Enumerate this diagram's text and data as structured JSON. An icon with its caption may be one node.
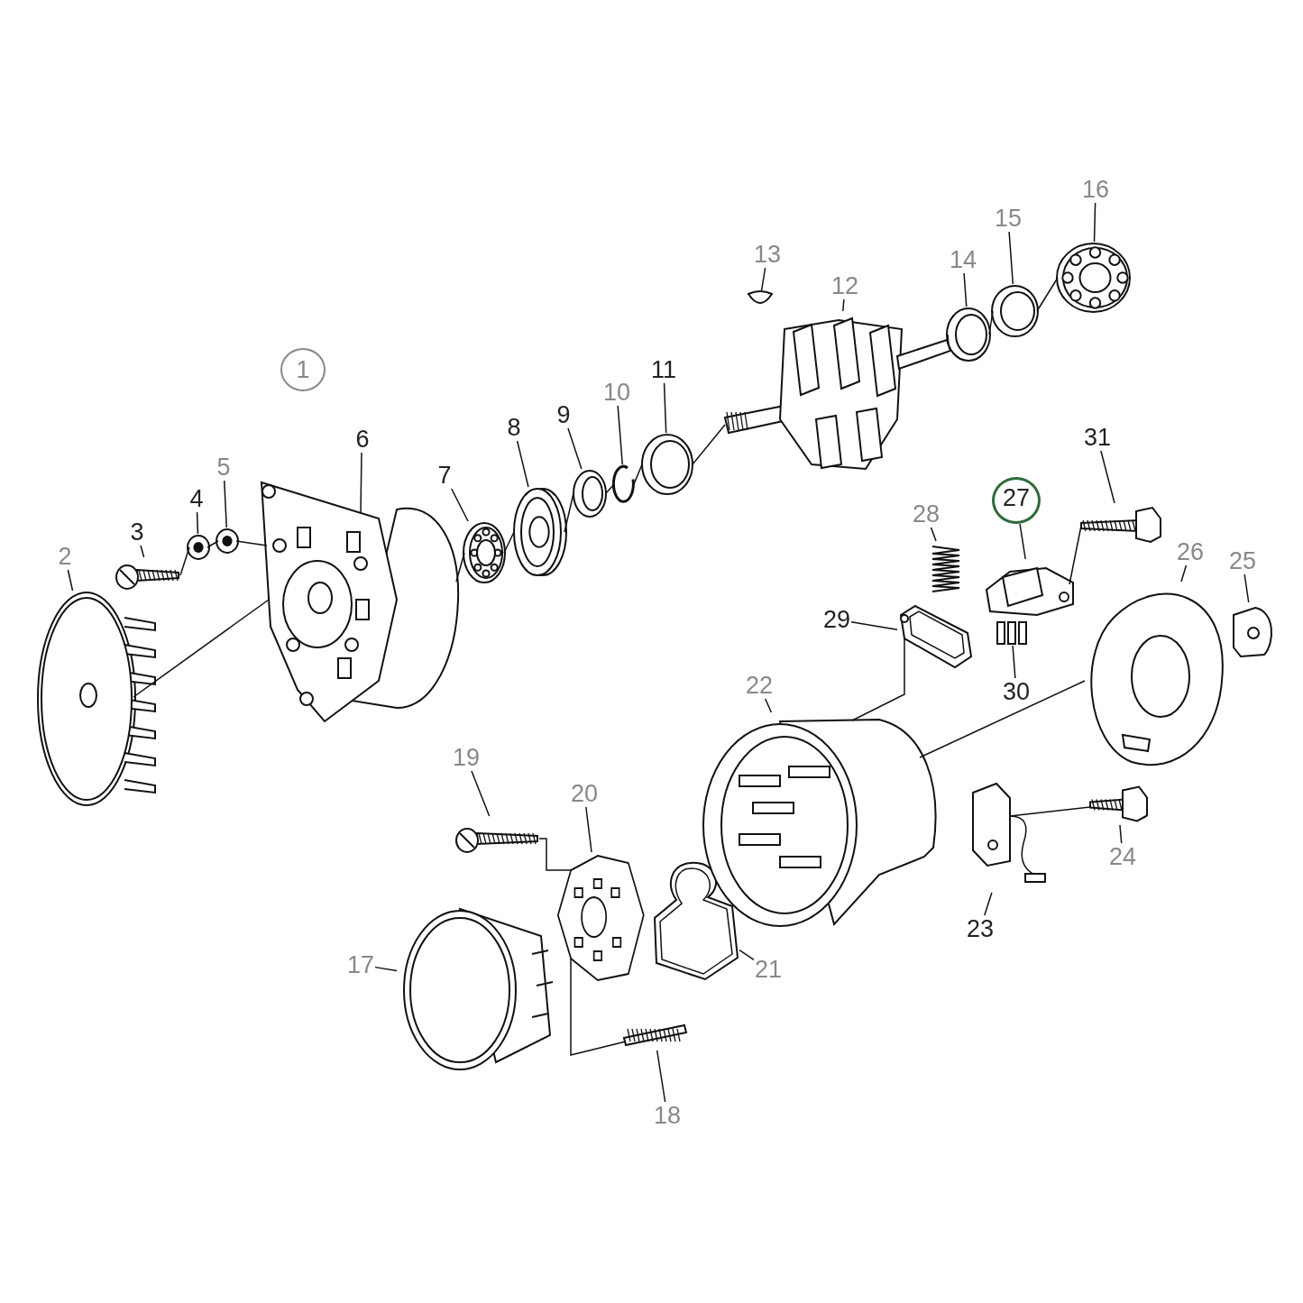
{
  "diagram": {
    "nodes": [
      {
        "text": [
          "1"
        ]
      },
      {
        "text": [
          "2"
        ]
      },
      {
        "text": [
          "3"
        ]
      },
      {
        "text": [
          "4"
        ]
      },
      {
        "text": [
          "5"
        ]
      },
      {
        "text": [
          "6"
        ]
      },
      {
        "text": [
          "7"
        ]
      },
      {
        "text": [
          "8"
        ]
      },
      {
        "text": [
          "9"
        ]
      },
      {
        "text": [
          "10"
        ]
      },
      {
        "text": [
          "11"
        ]
      },
      {
        "text": [
          "12"
        ]
      },
      {
        "text": [
          "13"
        ]
      },
      {
        "text": [
          "14"
        ]
      },
      {
        "text": [
          "15"
        ]
      },
      {
        "text": [
          "16"
        ]
      },
      {
        "text": [
          "17"
        ]
      },
      {
        "text": [
          "18"
        ]
      },
      {
        "text": [
          "19"
        ]
      },
      {
        "text": [
          "20"
        ]
      },
      {
        "text": [
          "21"
        ]
      },
      {
        "text": [
          "22"
        ]
      },
      {
        "text": [
          "23"
        ]
      },
      {
        "text": [
          "24"
        ]
      },
      {
        "text": [
          "25"
        ]
      },
      {
        "text": [
          "26"
        ]
      },
      {
        "text": [
          "27"
        ]
      },
      {
        "text": [
          "28"
        ]
      },
      {
        "text": [
          "29"
        ]
      },
      {
        "text": [
          "30"
        ]
      },
      {
        "text": [
          "31"
        ]
      },
      {
        "text": [],
        "shape": "picture"
      },
      {
        "text": [],
        "shape": "picture"
      },
      {
        "text": [],
        "shape": "picture"
      },
      {
        "text": [],
        "shape": "picture"
      },
      {
        "text": [],
        "shape": "picture"
      },
      {
        "text": [],
        "shape": "picture"
      },
      {
        "text": [],
        "shape": "picture"
      },
      {
        "text": [],
        "shape": "picture"
      },
      {
        "text": [],
        "shape": "picture"
      },
      {
        "text": [],
        "shape": "picture"
      },
      {
        "text": [],
        "shape": "picture"
      },
      {
        "text": [],
        "shape": "picture"
      },
      {
        "text": [],
        "shape": "picture"
      },
      {
        "text": [],
        "shape": "picture"
      },
      {
        "text": [],
        "shape": "picture"
      },
      {
        "text": [],
        "shape": "picture"
      },
      {
        "text": [],
        "shape": "picture"
      },
      {
        "text": [],
        "shape": "picture"
      },
      {
        "text": [],
        "shape": "picture"
      },
      {
        "text": [],
        "shape": "picture"
      },
      {
        "text": [],
        "shape": "picture"
      },
      {
        "text": [],
        "shape": "picture"
      },
      {
        "text": [],
        "shape": "picture"
      },
      {
        "text": [],
        "shape": "picture"
      },
      {
        "text": [],
        "shape": "picture"
      },
      {
        "text": [],
        "shape": "picture"
      },
      {
        "text": [],
        "shape": "picture"
      },
      {
        "text": [],
        "shape": "picture"
      },
      {
        "text": [],
        "shape": "picture"
      },
      {
        "text": [],
        "shape": "picture"
      }
    ],
    "edges": [
      {
        "from": 1,
        "to": 31,
        "arrow": "none"
      },
      {
        "from": 2,
        "to": 32,
        "arrow": "none"
      },
      {
        "from": 3,
        "to": 33,
        "arrow": "none"
      },
      {
        "from": 4,
        "to": 34,
        "arrow": "none"
      },
      {
        "from": 5,
        "to": 35,
        "arrow": "none"
      },
      {
        "from": 6,
        "to": 36,
        "arrow": "none"
      },
      {
        "from": 7,
        "to": 37,
        "arrow": "none"
      },
      {
        "from": 8,
        "to": 38,
        "arrow": "none"
      },
      {
        "from": 9,
        "to": 39,
        "arrow": "none"
      },
      {
        "from": 10,
        "to": 40,
        "arrow": "none"
      },
      {
        "from": 11,
        "to": 41,
        "arrow": "none"
      },
      {
        "from": 12,
        "to": 42,
        "arrow": "none"
      },
      {
        "from": 13,
        "to": 43,
        "arrow": "none"
      },
      {
        "from": 14,
        "to": 44,
        "arrow": "none"
      },
      {
        "from": 15,
        "to": 45,
        "arrow": "none"
      },
      {
        "from": 16,
        "to": 46,
        "arrow": "none"
      },
      {
        "from": 17,
        "to": 47,
        "arrow": "none"
      },
      {
        "from": 18,
        "to": 48,
        "arrow": "none"
      },
      {
        "from": 19,
        "to": 49,
        "arrow": "none"
      },
      {
        "from": 20,
        "to": 50,
        "arrow": "none"
      },
      {
        "from": 21,
        "to": 51,
        "arrow": "none"
      },
      {
        "from": 22,
        "to": 52,
        "arrow": "none"
      },
      {
        "from": 23,
        "to": 53,
        "arrow": "none"
      },
      {
        "from": 24,
        "to": 54,
        "arrow": "none"
      },
      {
        "from": 25,
        "to": 55,
        "arrow": "none"
      },
      {
        "from": 26,
        "to": 56,
        "arrow": "none"
      },
      {
        "from": 27,
        "to": 57,
        "arrow": "none"
      },
      {
        "from": 28,
        "to": 58,
        "arrow": "none"
      },
      {
        "from": 29,
        "to": 59,
        "arrow": "none"
      },
      {
        "from": 30,
        "to": 60,
        "arrow": "none"
      },
      {
        "from": 31,
        "to": 35,
        "arrow": "none"
      },
      {
        "from": 32,
        "to": 33,
        "arrow": "none"
      },
      {
        "from": 33,
        "to": 34,
        "arrow": "none"
      },
      {
        "from": 34,
        "to": 35,
        "arrow": "none"
      },
      {
        "from": 35,
        "to": 36,
        "arrow": "none"
      },
      {
        "from": 36,
        "to": 37,
        "arrow": "none"
      },
      {
        "from": 37,
        "to": 38,
        "arrow": "none"
      },
      {
        "from": 38,
        "to": 39,
        "arrow": "none"
      },
      {
        "from": 39,
        "to": 40,
        "arrow": "none"
      },
      {
        "from": 40,
        "to": 41,
        "arrow": "none"
      },
      {
        "from": 41,
        "to": 43,
        "arrow": "none"
      },
      {
        "from": 43,
        "to": 44,
        "arrow": "none"
      },
      {
        "from": 44,
        "to": 45,
        "arrow": "none"
      },
      {
        "from": 58,
        "to": 51,
        "arrow": "none"
      },
      {
        "from": 51,
        "to": 55,
        "arrow": "none"
      },
      {
        "from": 56,
        "to": 60,
        "arrow": "none"
      },
      {
        "from": 52,
        "to": 53,
        "arrow": "none"
      },
      {
        "from": 48,
        "to": 49,
        "arrow": "none"
      },
      {
        "from": 47,
        "to": 49,
        "arrow": "none"
      }
    ]
  }
}
